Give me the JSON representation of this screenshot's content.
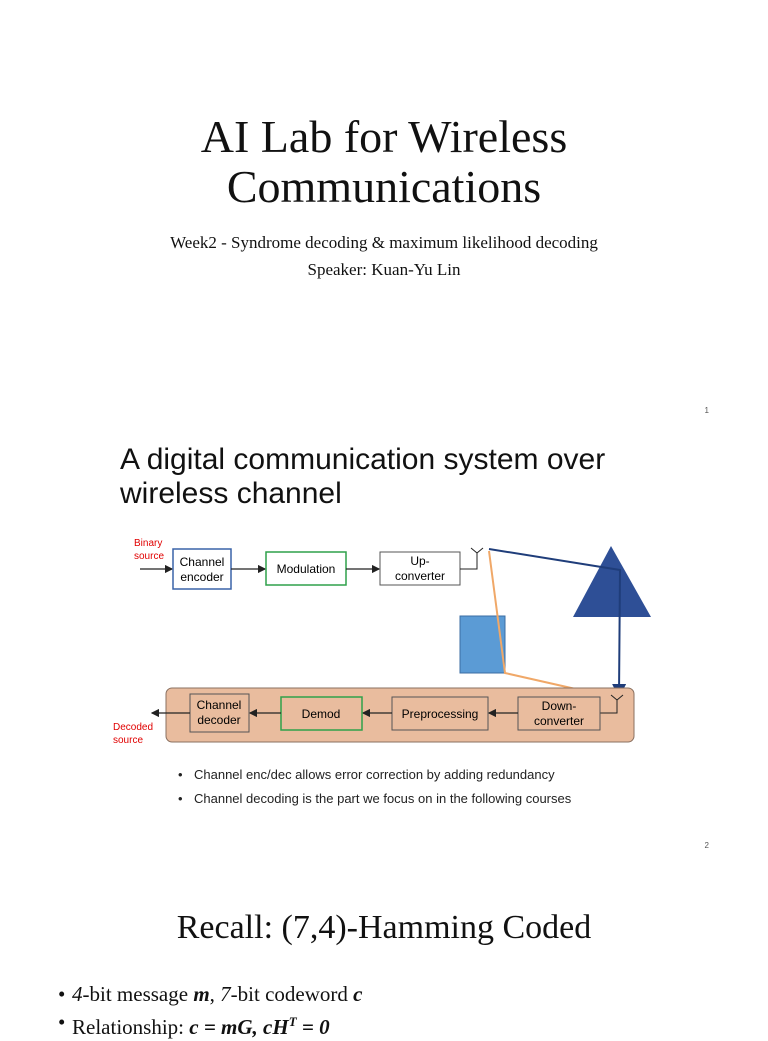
{
  "slide1": {
    "title_line1": "AI Lab for Wireless",
    "title_line2": "Communications",
    "subtitle": "Week2 - Syndrome decoding & maximum likelihood decoding",
    "speaker": "Speaker: Kuan-Yu Lin",
    "page_number": "1"
  },
  "slide2": {
    "title_line1": "A digital communication system over",
    "title_line2": "wireless channel",
    "diagram": {
      "binary_source_1": "Binary",
      "binary_source_2": "source",
      "channel_encoder_1": "Channel",
      "channel_encoder_2": "encoder",
      "modulation": "Modulation",
      "up_converter_1": "Up-",
      "up_converter_2": "converter",
      "channel_decoder_1": "Channel",
      "channel_decoder_2": "decoder",
      "demod": "Demod",
      "preprocessing": "Preprocessing",
      "down_converter_1": "Down-",
      "down_converter_2": "converter",
      "decoded_source_1": "Decoded",
      "decoded_source_2": "source"
    },
    "bullets": [
      "Channel enc/dec allows error correction by adding redundancy",
      "Channel decoding is the part we focus on in the following courses"
    ],
    "page_number": "2"
  },
  "slide3": {
    "title": "Recall: (7,4)-Hamming Coded",
    "bullet1": {
      "n1": "4",
      "t1": "-bit message ",
      "v1": "m",
      "t2": ", ",
      "n2": "7",
      "t3": "-bit codeword ",
      "v2": "c"
    },
    "bullet2": {
      "t1": "Relationship: ",
      "eq": "c = mG, cH",
      "sup": "T",
      "eq2": " = 0"
    }
  },
  "colors": {
    "red_label": "#e00000",
    "encoder_border": "#3a63a8",
    "modulation_border": "#2fa14a",
    "receiver_bg": "#e9bc9e",
    "blue_triangle": "#2e4f96",
    "blue_rect": "#5b9bd5",
    "blue_line": "#1f3d7a",
    "orange_line": "#f0a868"
  }
}
